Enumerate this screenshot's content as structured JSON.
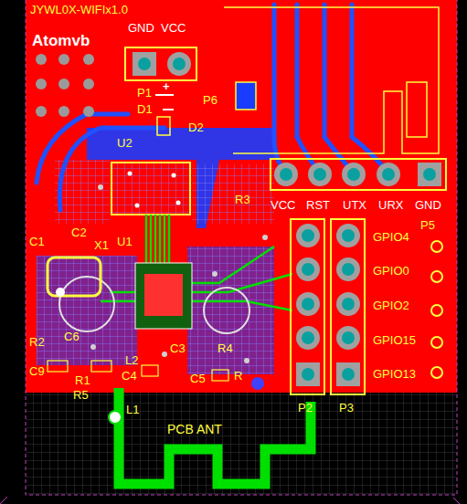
{
  "diagram": {
    "labels": [
      "JYWL0X-WIFIx1.0",
      "Atomvb",
      "GND",
      "VCC",
      "P1",
      "+",
      "D1",
      "P6",
      "D2",
      "U2",
      "R3",
      "VCC",
      "RST",
      "UTX",
      "URX",
      "GND",
      "P5",
      "C2",
      "X1",
      "U1",
      "C1",
      "GPIO4",
      "GPIO0",
      "GPIO2",
      "GPIO15",
      "GPIO13",
      "R2",
      "C6",
      "C9",
      "R1",
      "R5",
      "L2",
      "C4",
      "C3",
      "R4",
      "C5",
      "R",
      "L1",
      "PCB ANT",
      "P2",
      "P3"
    ]
  }
}
